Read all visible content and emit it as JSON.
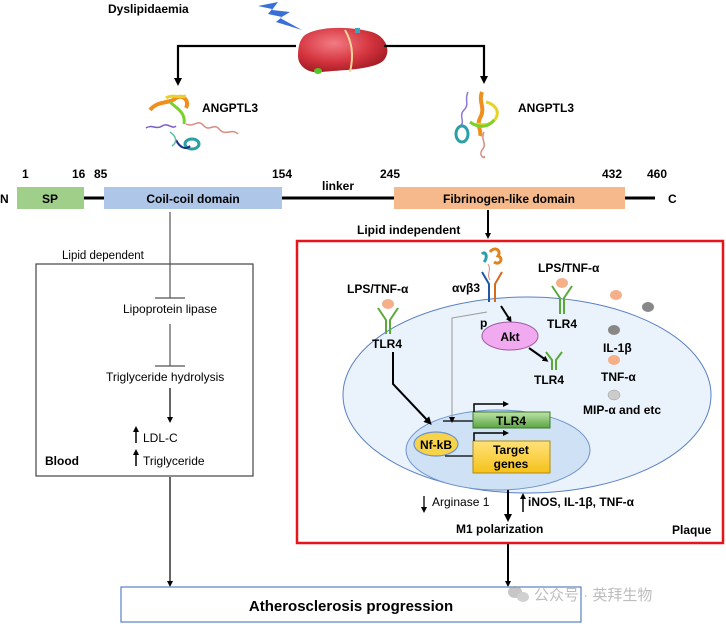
{
  "trigger": {
    "label": "Dyslipidaemia"
  },
  "protein_left": {
    "label": "ANGPTL3"
  },
  "protein_right": {
    "label": "ANGPTL3"
  },
  "domain_map": {
    "n_terminus": "N",
    "c_terminus": "C",
    "positions": [
      "1",
      "16",
      "85",
      "154",
      "245",
      "432",
      "460"
    ],
    "sp": "SP",
    "coil": "Coil-coil domain",
    "linker": "linker",
    "fibrinogen": "Fibrinogen-like domain",
    "colors": {
      "sp": "#9fcf88",
      "coil": "#aec6e8",
      "fibrinogen": "#f5b98b"
    }
  },
  "blood_panel": {
    "header": "Lipid dependent",
    "step1": "Lipoprotein lipase",
    "step2": "Triglyceride hydrolysis",
    "out1": "LDL-C",
    "out2": "Triglyceride",
    "compartment": "Blood"
  },
  "plaque_panel": {
    "header": "Lipid independent",
    "lps_left": "LPS/TNF-α",
    "lps_right": "LPS/TNF-α",
    "integrin": "αvβ3",
    "phospho": "p",
    "akt": "Akt",
    "tlr4_left": "TLR4",
    "tlr4_right": "TLR4",
    "tlr4_mid": "TLR4",
    "cytokine1": "IL-1β",
    "cytokine2": "TNF-α",
    "cytokine3": "MIP-α and etc",
    "nfkb": "Nf-kB",
    "gene_tlr4": "TLR4",
    "gene_target_1": "Target",
    "gene_target_2": "genes",
    "down_marker": "Arginase 1",
    "up_marker": "iNOS, IL-1β, TNF-α",
    "outcome": "M1 polarization",
    "compartment": "Plaque",
    "border_color": "#e8141b"
  },
  "final": {
    "label": "Atherosclerosis progression"
  },
  "watermark": {
    "text": "公众号 · 英拜生物"
  }
}
